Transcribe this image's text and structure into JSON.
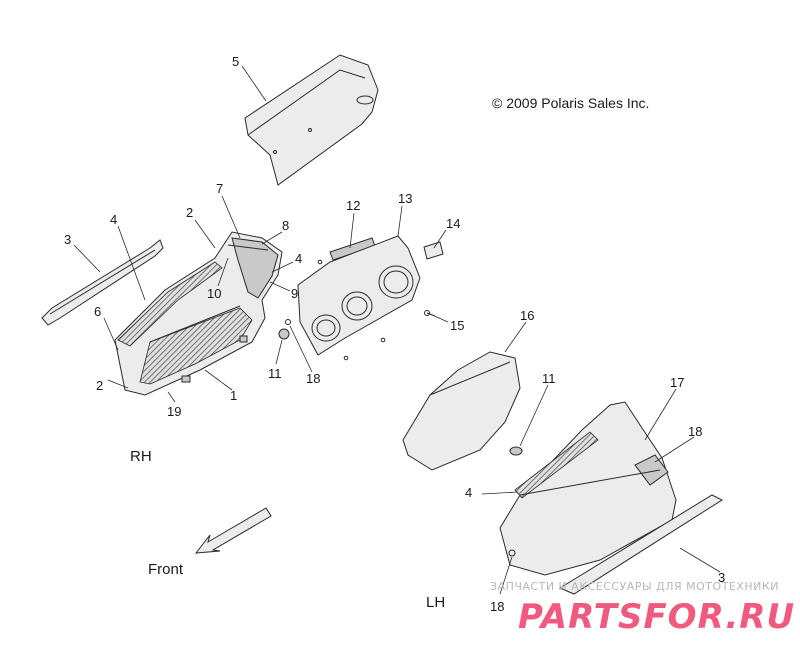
{
  "copyright": "© 2009 Polaris Sales Inc.",
  "side_labels": {
    "rh": "RH",
    "lh": "LH"
  },
  "front_label": "Front",
  "watermark": {
    "tagline": "ЗАПЧАСТИ И АКСЕССУАРЫ ДЛЯ МОТОТЕХНИКИ",
    "site": "PARTSFOR.RU"
  },
  "callouts": [
    "5",
    "7",
    "2",
    "4",
    "3",
    "8",
    "12",
    "13",
    "14",
    "10",
    "9",
    "4",
    "6",
    "15",
    "11",
    "18",
    "2",
    "19",
    "1",
    "16",
    "11",
    "17",
    "18",
    "4",
    "3",
    "18"
  ]
}
